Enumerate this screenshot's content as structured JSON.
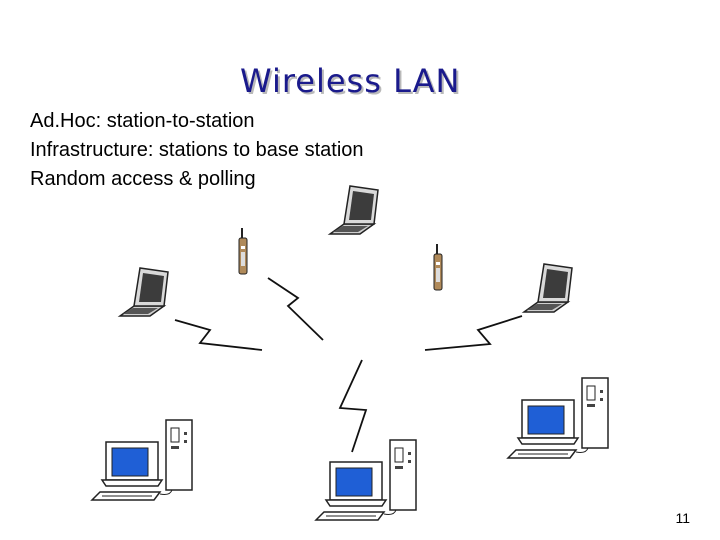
{
  "title": "Wireless LAN",
  "bullets": [
    "Ad.Hoc:  station-to-station",
    "Infrastructure:  stations to base station",
    "Random access & polling"
  ],
  "page_number": "11",
  "colors": {
    "title": "#1a1a8c",
    "screen": "#1f5fd6",
    "device_outline": "#222222"
  }
}
